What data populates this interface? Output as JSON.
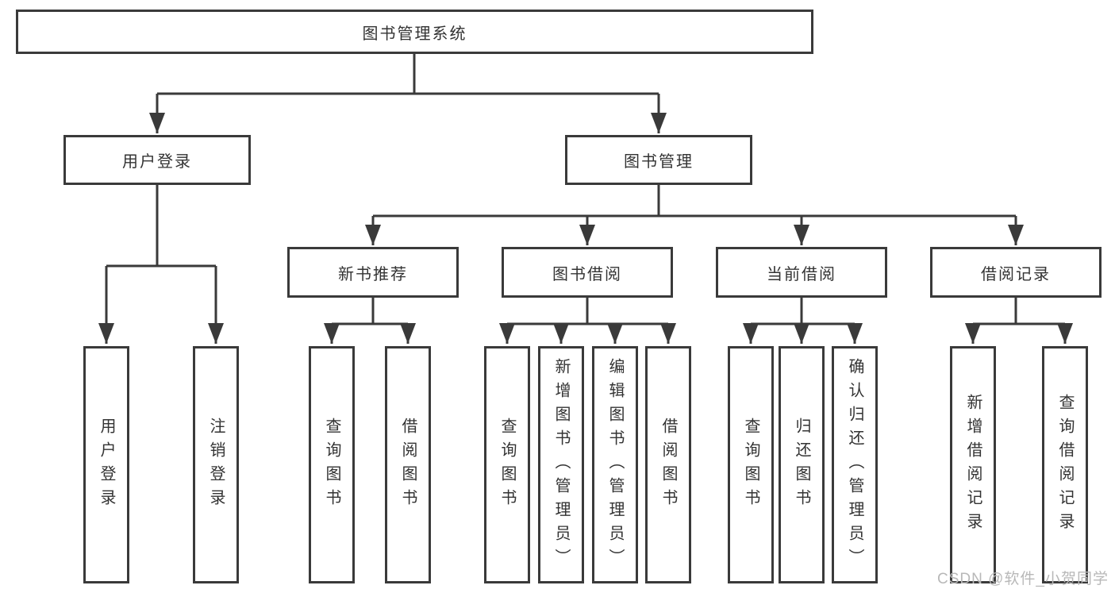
{
  "diagram": {
    "type": "hierarchy",
    "colors": {
      "line": "#3a3a3a",
      "box_border": "#3a3a3a",
      "text": "#333333",
      "watermark": "#b8b8b8",
      "background": "#ffffff"
    }
  },
  "tree": {
    "label": "图书管理系统",
    "children": [
      {
        "label": "用户登录",
        "children": [
          {
            "label": "用户登录"
          },
          {
            "label": "注销登录"
          }
        ]
      },
      {
        "label": "图书管理",
        "children": [
          {
            "label": "新书推荐",
            "children": [
              {
                "label": "查询图书"
              },
              {
                "label": "借阅图书"
              }
            ]
          },
          {
            "label": "图书借阅",
            "children": [
              {
                "label": "查询图书"
              },
              {
                "label": "新增图书（管理员）"
              },
              {
                "label": "编辑图书（管理员）"
              },
              {
                "label": "借阅图书"
              }
            ]
          },
          {
            "label": "当前借阅",
            "children": [
              {
                "label": "查询图书"
              },
              {
                "label": "归还图书"
              },
              {
                "label": "确认归还（管理员）"
              }
            ]
          },
          {
            "label": "借阅记录",
            "children": [
              {
                "label": "新增借阅记录"
              },
              {
                "label": "查询借阅记录"
              }
            ]
          }
        ]
      }
    ]
  },
  "watermark": {
    "text": "CSDN @软件_小贺同学"
  }
}
